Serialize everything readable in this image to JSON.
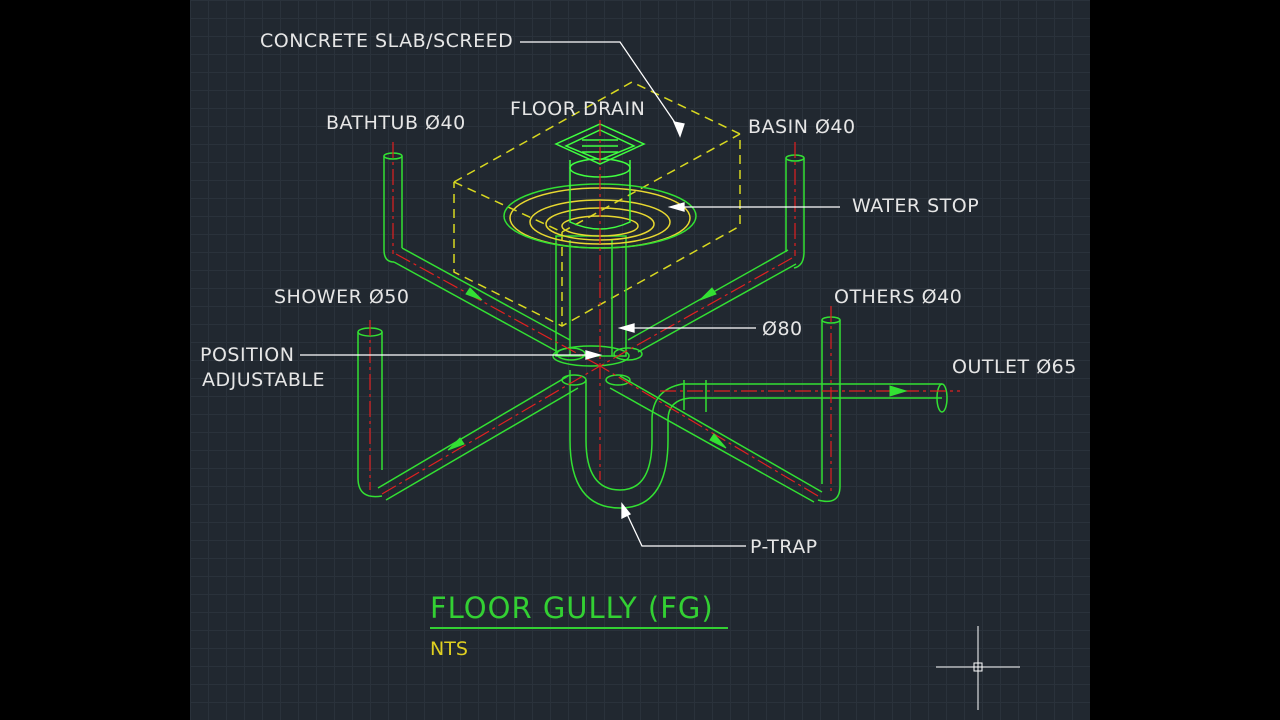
{
  "labels": {
    "concrete": "CONCRETE SLAB/SCREED",
    "floor_drain": "FLOOR DRAIN",
    "bathtub": "BATHTUB Ø40",
    "basin": "BASIN Ø40",
    "water_stop": "WATER STOP",
    "shower": "SHOWER Ø50",
    "others": "OTHERS Ø40",
    "d80": "Ø80",
    "position_1": "POSITION",
    "position_2": "ADJUSTABLE",
    "outlet": "OUTLET Ø65",
    "ptrap": "P-TRAP"
  },
  "title": {
    "text": "FLOOR GULLY (FG)",
    "scale": "NTS"
  },
  "colors": {
    "background": "#212830",
    "pipe": "#33e033",
    "centerline": "#e02020",
    "slab": "#d8d820",
    "drain_grate": "#40ff40",
    "water_stop": "#e8d830",
    "leader": "#ffffff",
    "title": "#33d033",
    "scale": "#e0d020"
  },
  "icons": {
    "cursor": "crosshair-cursor-icon"
  }
}
